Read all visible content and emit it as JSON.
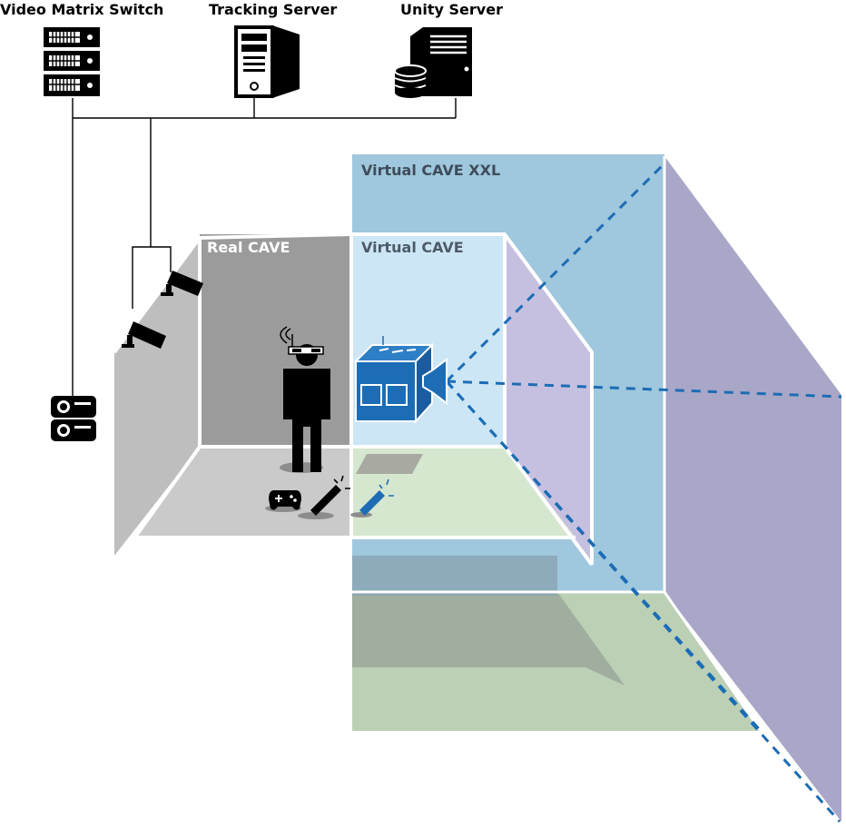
{
  "labels": {
    "video_matrix_switch": "Video Matrix Switch",
    "tracking_server": "Tracking Server",
    "unity_server": "Unity Server",
    "real_cave": "Real CAVE",
    "virtual_cave": "Virtual CAVE",
    "virtual_cave_xxl": "Virtual CAVE XXL"
  },
  "icons": {
    "video_matrix_switch": "rack-server-icon",
    "tracking_server": "tower-server-icon",
    "unity_server": "server-database-icon",
    "projector": "projector-icon",
    "tracking_camera": "tracking-camera-icon",
    "user": "person-with-vr-glasses-icon",
    "gamepad": "gamepad-icon",
    "pointer": "flystick-pointer-icon",
    "virtual_camera": "virtual-camera-icon"
  },
  "colors": {
    "real_cave_wall": "#9b9b9b",
    "real_cave_side": "#bebebe",
    "real_cave_floor": "#cacaca",
    "virtual_cave_wall": "#cce6f6",
    "virtual_cave_side": "#c6c0e0",
    "virtual_cave_floor": "#d6e7cf",
    "virtual_cave_xxl_wall": "#9fc7dd",
    "virtual_cave_xxl_side": "#a9a7c8",
    "virtual_cave_xxl_floor": "#bcd0b6",
    "accent_blue": "#1c6db5"
  }
}
